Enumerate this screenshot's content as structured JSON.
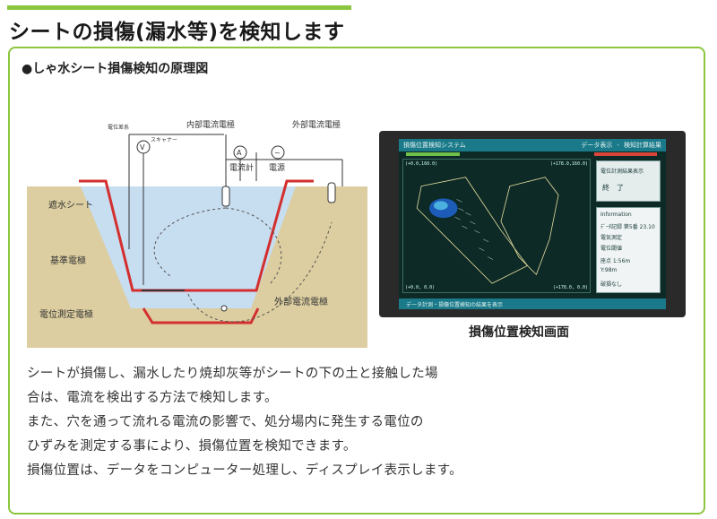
{
  "heading": "シートの損傷(漏水等)を検知します",
  "section_title": "●しゃ水シート損傷検知の原理図",
  "diagram": {
    "voltmeter": "電位差系",
    "voltmeter_symbol": "V",
    "scanner": "スキャナー",
    "inner_electrode": "内部電流電極",
    "outer_electrode_top": "外部電流電極",
    "ammeter_symbol": "A",
    "ammeter": "電流計",
    "power_symbol": "~",
    "power": "電源",
    "sheet": "遮水シート",
    "reference_electrode": "基準電極",
    "outer_electrode_bottom": "外部電流電極",
    "measuring_electrode": "電位測定電極"
  },
  "screen": {
    "header_left": "損傷位置検知システム",
    "header_right": "データ表示 - 検知計算結果",
    "coord_tl": "(+0.0,160.0)",
    "coord_tr": "(+178.0,160.0)",
    "coord_bl": "(+0.0,  0.0)",
    "coord_br": "(+178.0,  0.0)",
    "btn_label": "電位計測結果表示",
    "btn_action": "終　了",
    "info": [
      "Information",
      "ﾃﾞｰﾀ記録 第5番 23.10",
      "電気測定",
      "電位閾値",
      "座点 1:56m",
      "Y:98m",
      "破損なし"
    ],
    "footer": "データ計測・損傷位置検知の結果を表示"
  },
  "caption": "損傷位置検知画面",
  "body": [
    "シートが損傷し、漏水したり焼却灰等がシートの下の土と接触した場",
    "合は、電流を検出する方法で検知します。",
    "また、穴を通って流れる電流の影響で、処分場内に発生する電位の",
    "ひずみを測定する事により、損傷位置を検知できます。",
    "損傷位置は、データをコンピューター処理し、ディスプレイ表示します。"
  ],
  "colors": {
    "accent": "#8cc63f",
    "sheet_line": "#d32f2f",
    "water": "#c7ddf0",
    "soil": "#dccea0",
    "screen_bar": "#1a7a8a"
  }
}
